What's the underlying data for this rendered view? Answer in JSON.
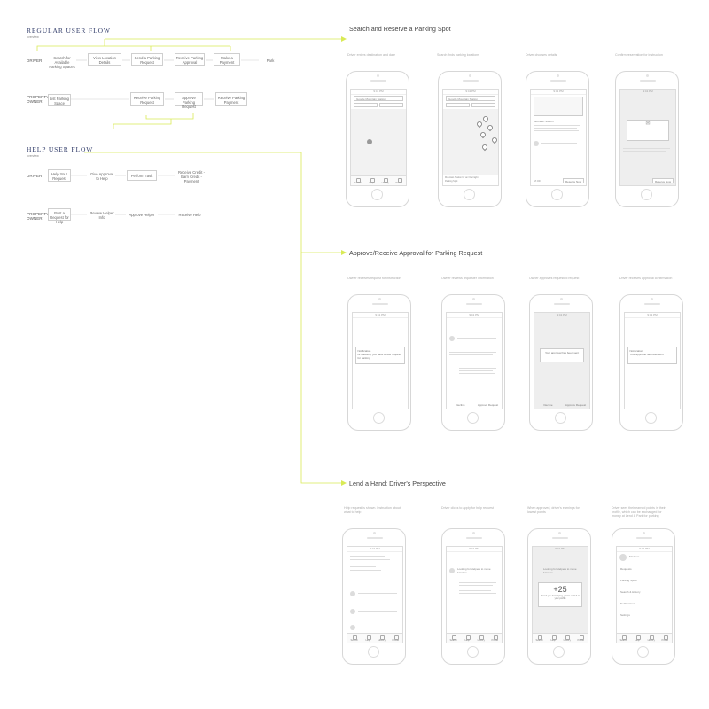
{
  "regular_flow": {
    "title": "REGULAR USER FLOW",
    "subtitle": "overview",
    "driver_label": "DRIVER",
    "owner_label": "PROPERTY OWNER",
    "driver_steps": [
      "Search for Available Parking Spaces",
      "View Location Details",
      "Send a Parking Request",
      "Receive Parking Approval",
      "Make a Payment",
      "Park"
    ],
    "owner_steps": [
      "List Parking Space",
      "Receive Parking Request",
      "Approve Parking Request",
      "Receive Parking Payment"
    ]
  },
  "help_flow": {
    "title": "HELP USER FLOW",
    "subtitle": "overview",
    "driver_label": "DRIVER",
    "owner_label": "PROPERTY OWNER",
    "driver_steps": [
      "Help Your Request",
      "Give Approval to Help",
      "Perform Task",
      "Receive Credit - Earn Credit - Payment"
    ],
    "owner_steps": [
      "Post a Request for Help",
      "Review Helper Info",
      "Approve Helper",
      "Receive Help"
    ]
  },
  "sections": [
    {
      "title": "Search and Reserve a Parking Spot",
      "captions": [
        "Driver enters destination and date",
        "Search finds parking locations",
        "Driver chooses details",
        "Confirm reservation for instruction"
      ]
    },
    {
      "title": "Approve/Receive Approval for Parking Request",
      "captions": [
        "Owner receives request for instruction",
        "Owner reviews requester information",
        "Owner approves requested request",
        "Driver receives approval confirmation"
      ]
    },
    {
      "title": "Lend a Hand: Driver's Perspective",
      "captions": [
        "Help request is shown. Instruction about what to help",
        "Driver clicks to apply for help request",
        "When approved, driver's earnings for lowest points",
        "Driver sees their earned points in their profile, which can be exchanged for money at Lend & Park for parking"
      ]
    }
  ],
  "phone_ui": {
    "status_time": "9:41 PM",
    "search_placeholder": "Google Mountain Station",
    "tabs": [
      "Search",
      "Help",
      "History",
      "Profile"
    ],
    "map_footer": "Mountain Station for an Overnight Parking Spot",
    "detail_title": "Mountain Station",
    "request_button": "Reserve Now",
    "detail_price": "$7.00",
    "notice_title": "Notification",
    "notice_text": "Hi Madison, you have a new request for parking",
    "approve_button": "Approve Request",
    "decline_button": "Decline",
    "approved_text": "Your approval has been sent",
    "help_title": "Looking for Helpers to move furniture",
    "points_value": "+25",
    "points_text": "Thank you for helping, points added to your profile",
    "menu_items": [
      "Requests",
      "Parking Spots",
      "Search & History",
      "Notifications",
      "Settings"
    ],
    "profile_name": "Madison"
  },
  "colors": {
    "flow_title": "#2f3a68",
    "connector": "#d9ea55",
    "outline": "#d7d7d7"
  }
}
